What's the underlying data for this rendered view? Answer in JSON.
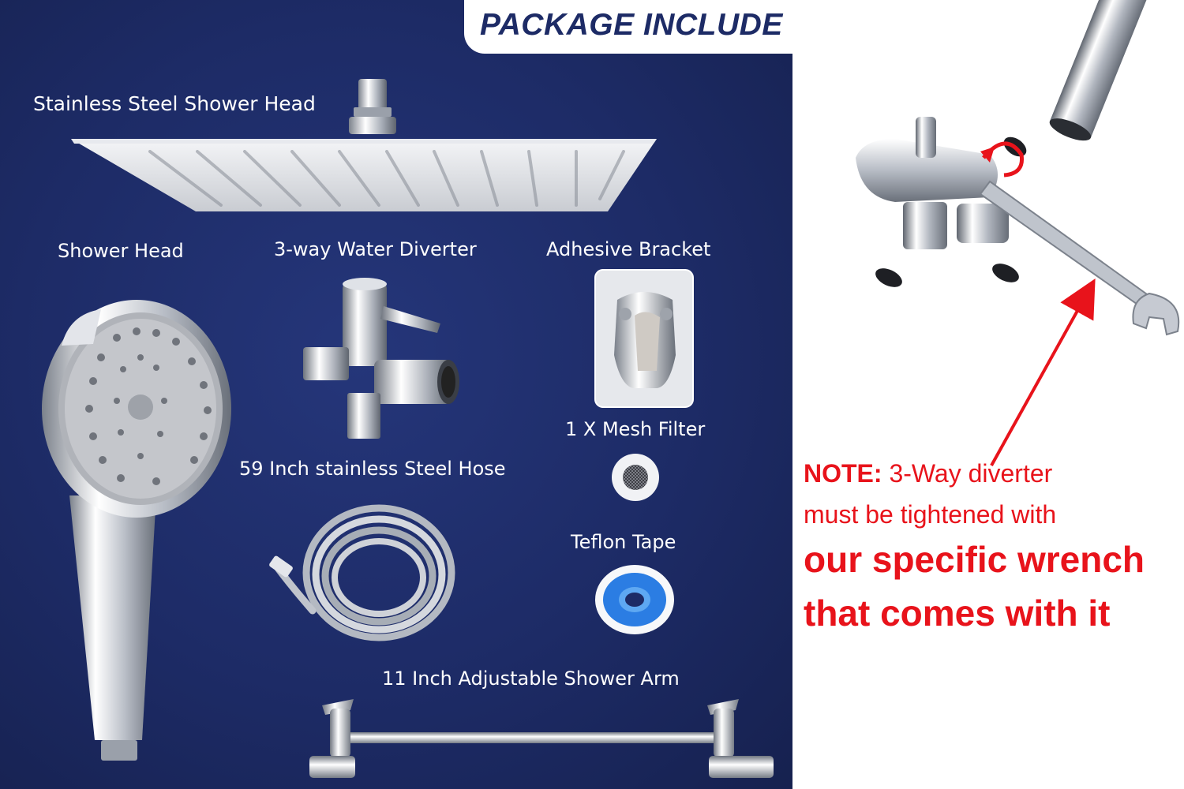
{
  "package": {
    "title": "PACKAGE INCLUDE",
    "items": {
      "rain_head": "Stainless Steel Shower Head",
      "hand_head": "Shower Head",
      "diverter": "3-way Water Diverter",
      "bracket": "Adhesive Bracket",
      "mesh_filter": "1 X Mesh Filter",
      "hose": "59 Inch stainless Steel Hose",
      "teflon": "Teflon Tape",
      "arm": "11 Inch Adjustable Shower Arm"
    }
  },
  "note": {
    "label": "NOTE:",
    "line1_rest": " 3-Way diverter",
    "line2": "must be tightened with",
    "line3": "our specific wrench",
    "line4": "that comes with it"
  },
  "colors": {
    "panel_bg": "#1d2b66",
    "title_text": "#1d2b66",
    "label_text": "#ffffff",
    "note_text": "#e8131b"
  }
}
